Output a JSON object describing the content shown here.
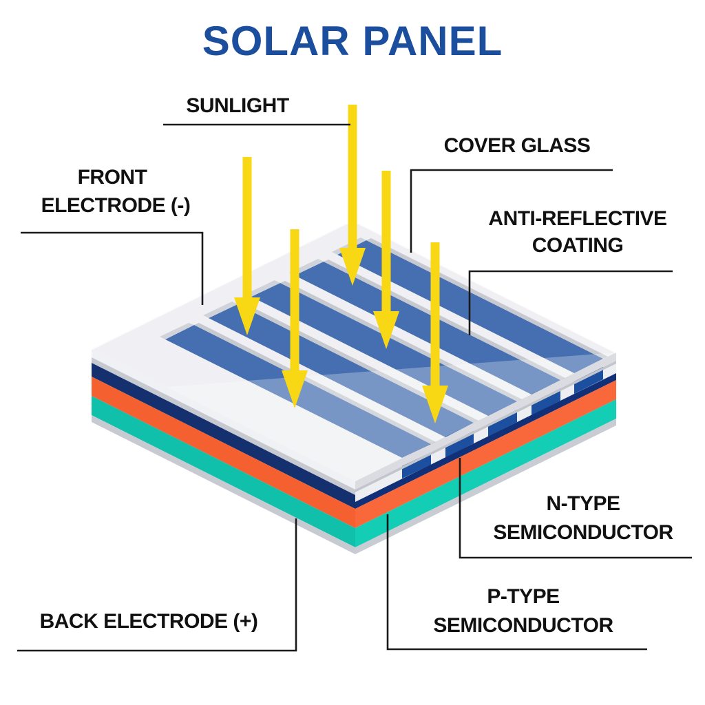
{
  "title": {
    "text": "SOLAR PANEL"
  },
  "labels": {
    "sunlight": "SUNLIGHT",
    "cover_glass": "COVER GLASS",
    "anti_reflective_line1": "ANTI-REFLECTIVE",
    "anti_reflective_line2": "COATING",
    "front_electrode_line1": "FRONT",
    "front_electrode_line2": "ELECTRODE (-)",
    "n_type_line1": "N-TYPE",
    "n_type_line2": "SEMICONDUCTOR",
    "p_type_line1": "P-TYPE",
    "p_type_line2": "SEMICONDUCTOR",
    "back_electrode": "BACK ELECTRODE (+)"
  },
  "colors": {
    "background": "#FFFFFF",
    "title_blue": "#1B4F9E",
    "label_text": "#111111",
    "leader_line": "#1A1A1A",
    "sun_yellow": "#F8D714",
    "surface_white": "#F0F1F4",
    "stripe_blue": "#1C4FA0",
    "stripe_edge_gray": "#BCC0C7",
    "stripe_cap_gray": "#C9CCD2",
    "glass_tint": "rgba(238,240,246,0.20)",
    "reflection": "rgba(255,255,255,0.28)",
    "glass_edge_highlight": "rgba(255,255,255,0.75)",
    "glass_edge": "#DADCE1",
    "cross_base": "#EDEEF1",
    "cross_capline": "#C2C5CC",
    "navy": "#123078",
    "navy_left": "#15306F",
    "orange": "#F9683A",
    "orange_left": "#F4602F",
    "teal": "#13CDB5",
    "teal_left": "#10C0AB",
    "silver": "#C9CCD3",
    "silver_left": "#C7CAD1",
    "left_white": "#F0F1F4",
    "left_gray": "#C6C9CF"
  },
  "diagram": {
    "type": "isometric solar panel layer diagram",
    "sun_rays": 5,
    "layers": [
      {
        "name": "Cover glass",
        "color": "#DADCE1"
      },
      {
        "name": "Anti-reflective coating",
        "color": "#1C4FA0"
      },
      {
        "name": "Front electrode (-)",
        "color": "#F0F1F4"
      },
      {
        "name": "N-type semiconductor",
        "color": "#F9683A"
      },
      {
        "name": "P-type semiconductor",
        "color": "#13CDB5"
      },
      {
        "name": "Back electrode (+)",
        "color": "#C9CCD3"
      }
    ]
  }
}
